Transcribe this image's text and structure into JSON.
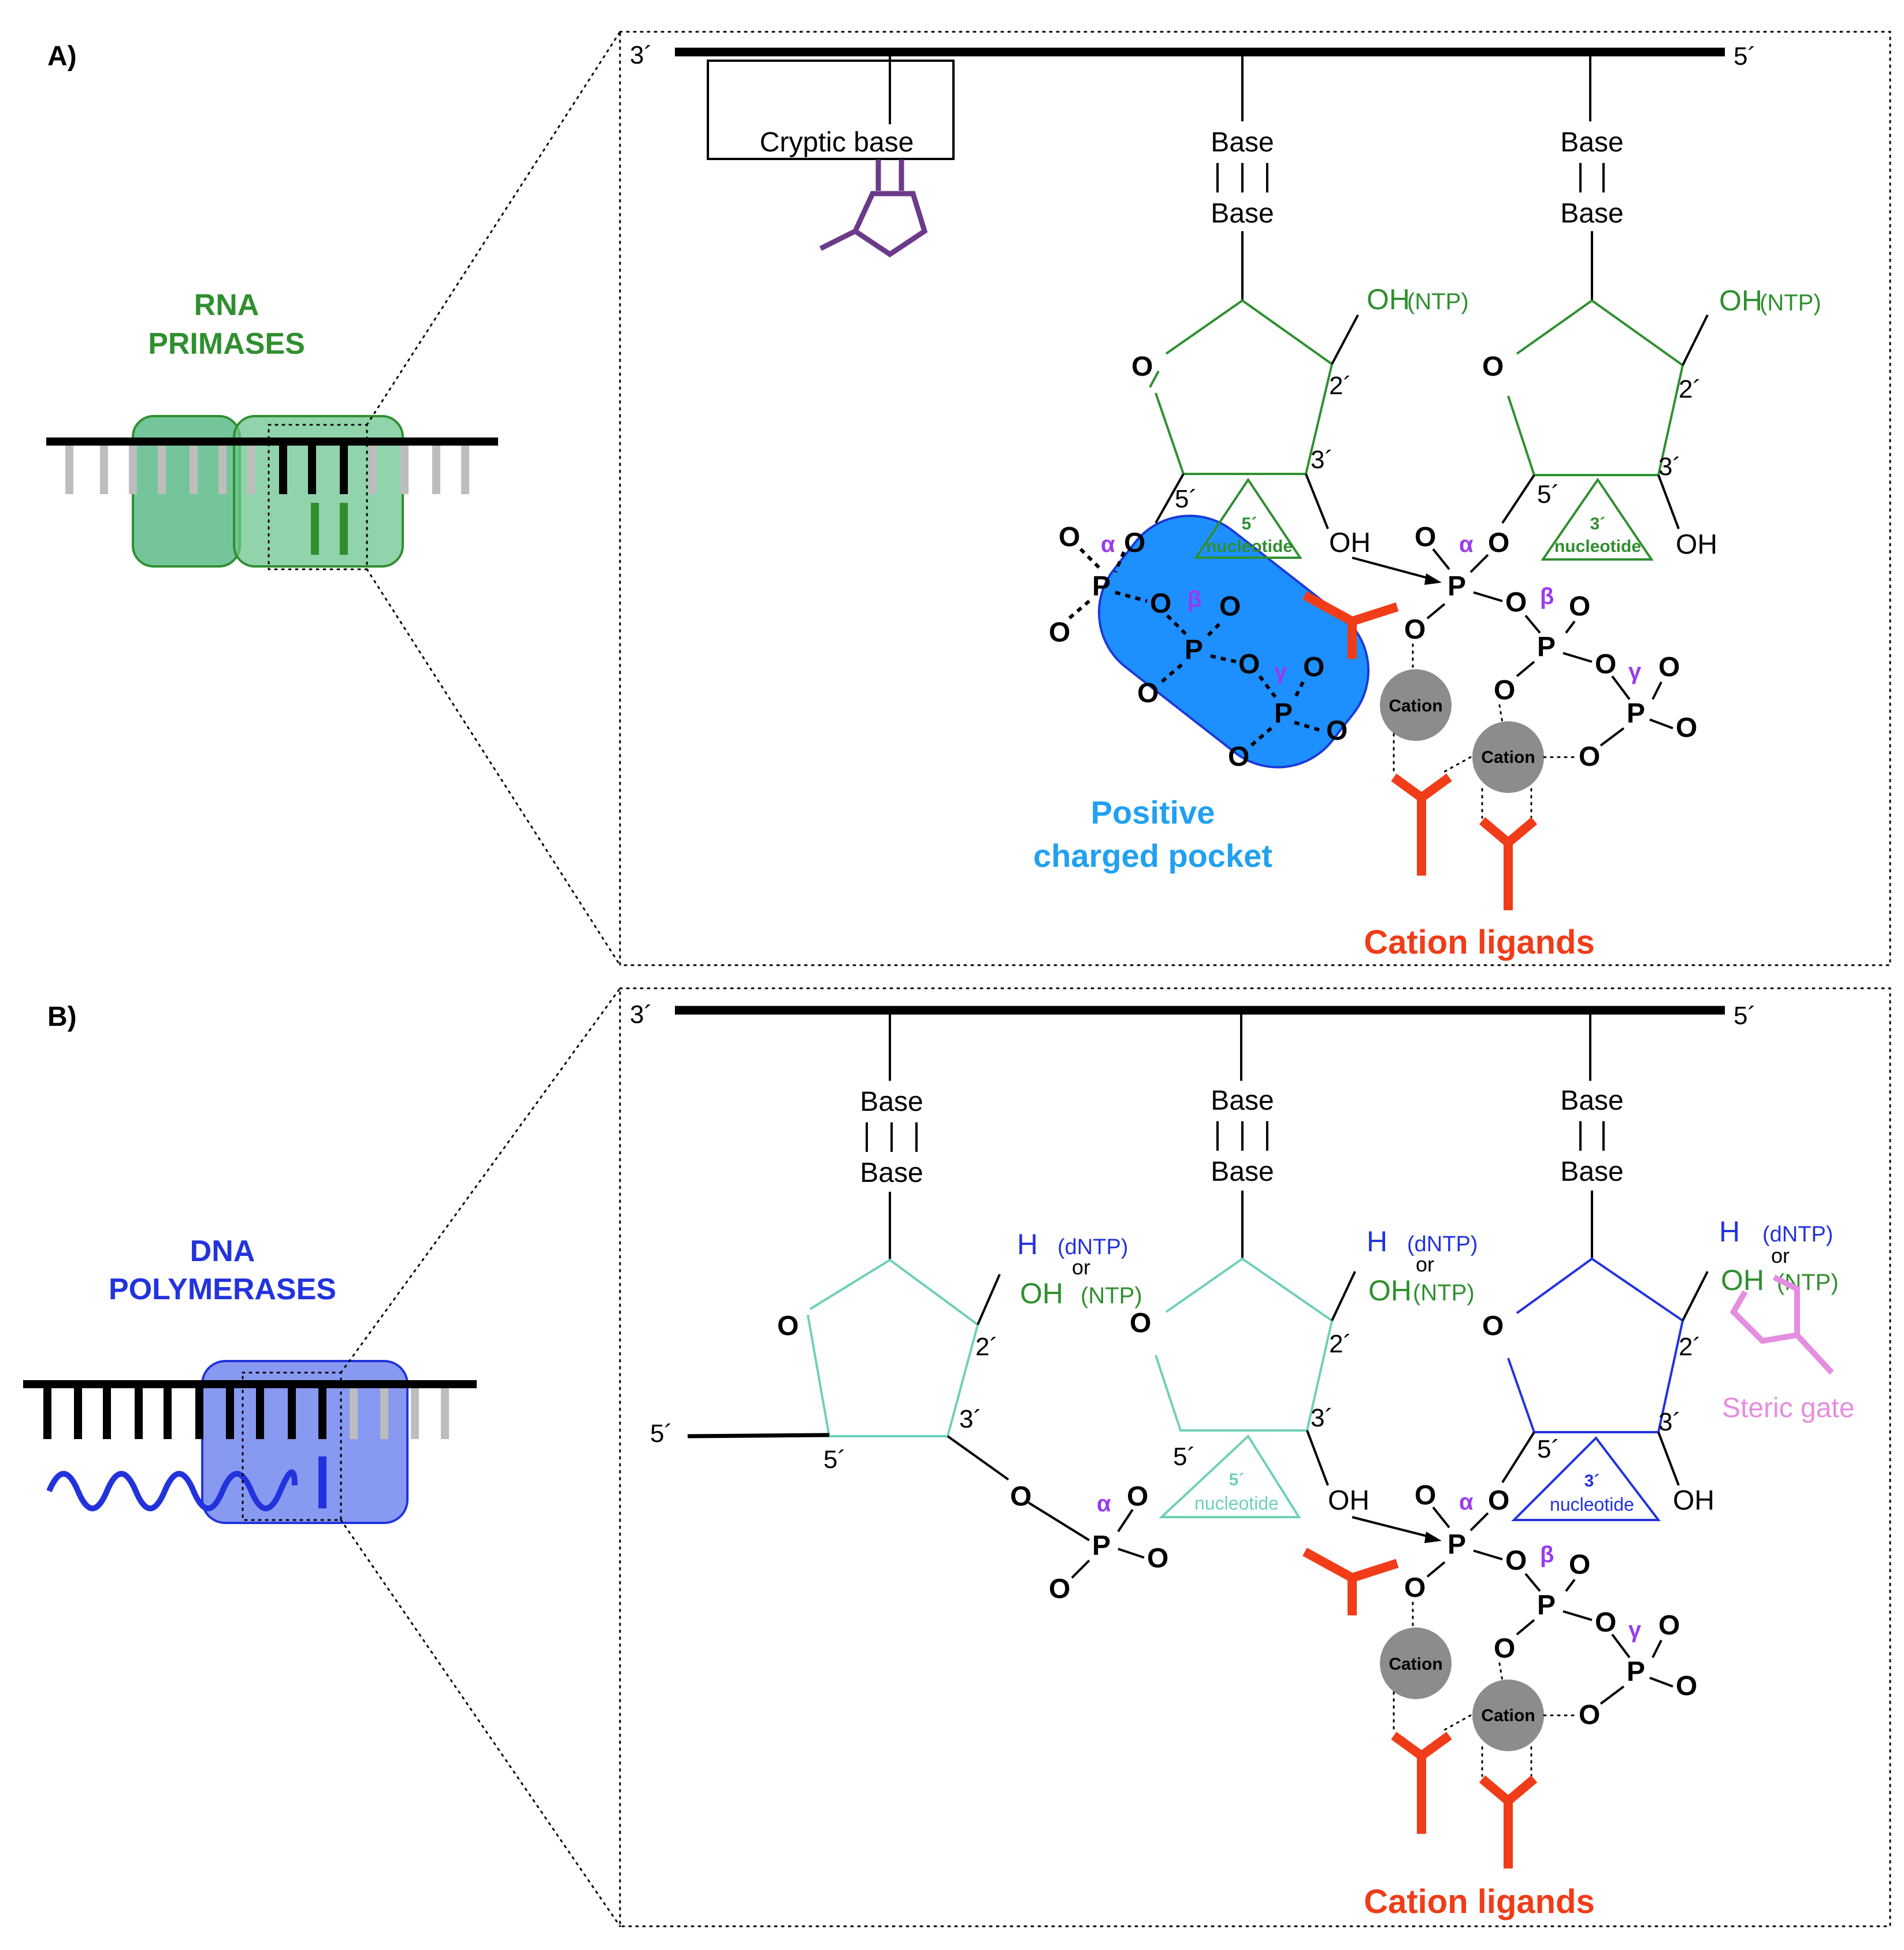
{
  "panelA": {
    "label": "A)",
    "enzyme_title": [
      "RNA",
      "PRIMASES"
    ],
    "strand_left": "3´",
    "strand_right": "5´",
    "cryptic_base": "Cryptic base",
    "base": "Base",
    "oh_ntp": "OH",
    "ntp": "(NTP)",
    "ring_o": "O",
    "prime2": "2´",
    "prime3": "3´",
    "prime5": "5´",
    "oh": "OH",
    "nuc5": [
      "5´",
      "nucleotide"
    ],
    "nuc3": [
      "3´",
      "nucleotide"
    ],
    "pocket": [
      "Positive",
      "charged pocket"
    ],
    "cation": "Cation",
    "cation_ligands": "Cation ligands",
    "alpha": "α",
    "beta": "β",
    "gamma": "γ",
    "P": "P",
    "O": "O"
  },
  "panelB": {
    "label": "B)",
    "enzyme_title": [
      "DNA",
      "POLYMERASES"
    ],
    "strand_left": "3´",
    "strand_right": "5´",
    "base": "Base",
    "h": "H",
    "dntp": "(dNTP)",
    "or": "or",
    "oh": "OH",
    "ntp": "(NTP)",
    "ring_o": "O",
    "prime2": "2´",
    "prime3": "3´",
    "prime5": "5´",
    "nuc5": [
      "5´",
      "nucleotide"
    ],
    "nuc3": [
      "3´",
      "nucleotide"
    ],
    "steric_gate": "Steric gate",
    "cation": "Cation",
    "cation_ligands": "Cation ligands",
    "alpha": "α",
    "beta": "β",
    "gamma": "γ",
    "P": "P",
    "O": "O"
  },
  "colors": {
    "primase_green": "#2f8f2f",
    "primase_box": "#5dbb8a",
    "dna_blue": "#2233dd",
    "polymerase_box": "#7b8ef0",
    "pocket_blue": "#1e8fff",
    "pocket_text": "#22a0f0",
    "cation_red": "#f03c18",
    "cation_gray": "#8c8c8c",
    "turquoise": "#6fd0b6",
    "greek_purple": "#9a3af0",
    "cryptic_purple": "#6b3a8a",
    "steric_pink": "#e58de0"
  }
}
